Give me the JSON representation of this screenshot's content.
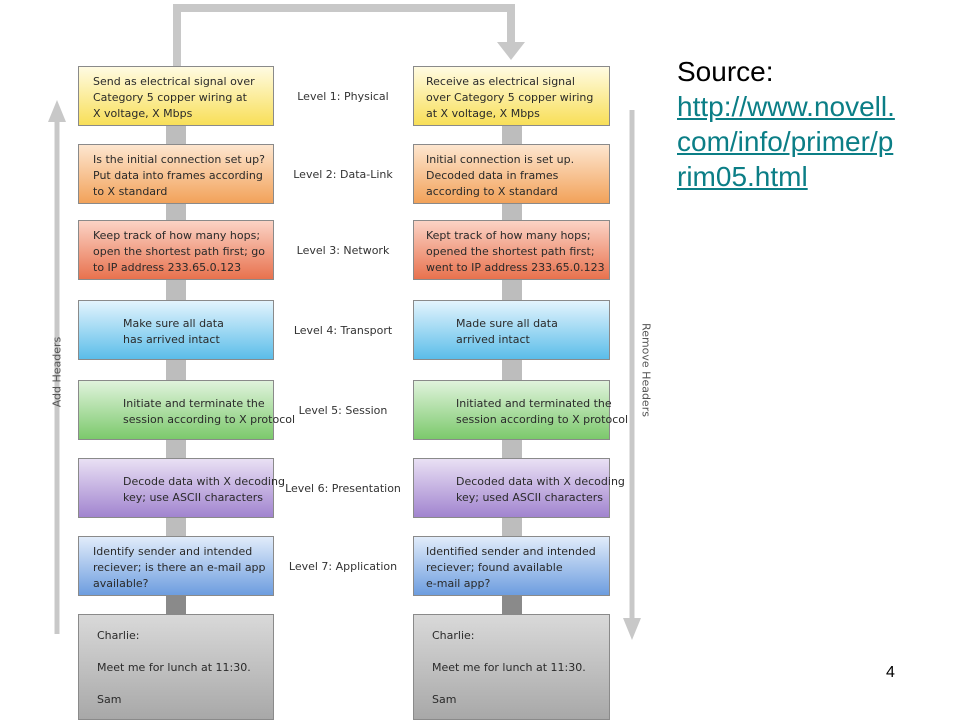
{
  "source": {
    "label": "Source:",
    "url_lines": [
      "http://www.novell.",
      "com/info/primer/p",
      "rim05.html"
    ]
  },
  "page_number": "4",
  "arrows": {
    "left_label": "Add Headers",
    "right_label": "Remove Headers"
  },
  "layers": [
    {
      "level": "Level 1: Physical",
      "color": "yellow",
      "send": [
        "Send as electrical signal over",
        "Category 5 copper wiring at",
        "X voltage, X Mbps"
      ],
      "receive": [
        "Receive as electrical signal",
        "over Category 5 copper wiring",
        "at X voltage, X Mbps"
      ]
    },
    {
      "level": "Level 2: Data-Link",
      "color": "orange",
      "send": [
        "Is the initial connection set up?",
        "Put data into frames according",
        "to X standard"
      ],
      "receive": [
        "Initial connection is set up.",
        "Decoded data in frames",
        "according to X standard"
      ]
    },
    {
      "level": "Level 3: Network",
      "color": "red",
      "send": [
        "Keep track of how many hops;",
        "open the shortest path first; go",
        "to IP address 233.65.0.123"
      ],
      "receive": [
        "Kept track of how many hops;",
        "opened the shortest path first;",
        "went to IP address 233.65.0.123"
      ]
    },
    {
      "level": "Level 4: Transport",
      "color": "blue",
      "send": [
        "Make sure all data",
        "has arrived intact"
      ],
      "receive": [
        "Made sure all data",
        "arrived intact"
      ]
    },
    {
      "level": "Level 5: Session",
      "color": "green",
      "send": [
        "Initiate and terminate the",
        "session according to X protocol"
      ],
      "receive": [
        "Initiated and terminated the",
        "session according to X protocol"
      ]
    },
    {
      "level": "Level 6: Presentation",
      "color": "purple",
      "send": [
        "Decode data with X decoding",
        "key; use ASCII characters"
      ],
      "receive": [
        "Decoded data with X decoding",
        "key; used ASCII characters"
      ]
    },
    {
      "level": "Level 7: Application",
      "color": "steelblue",
      "send": [
        "Identify sender and intended",
        "reciever; is there an e-mail app",
        "available?"
      ],
      "receive": [
        "Identified sender and intended",
        "reciever; found available",
        "e-mail app?"
      ]
    }
  ],
  "message": {
    "greeting": "Charlie:",
    "body": "Meet me for lunch at 11:30.",
    "signature": "Sam"
  },
  "colors": {
    "yellow": [
      "#fffbe2",
      "#f8df58"
    ],
    "orange": [
      "#fde6cf",
      "#f2a25a"
    ],
    "red": [
      "#fbd3c5",
      "#e8724e"
    ],
    "blue": [
      "#e3f4fd",
      "#5bbde9"
    ],
    "green": [
      "#e0f3dc",
      "#7cc96c"
    ],
    "purple": [
      "#e9e0f4",
      "#a184cf"
    ],
    "steelblue": [
      "#e1ecfa",
      "#6d9ddf"
    ],
    "gray": [
      "#d6d6d6",
      "#a2a2a2"
    ],
    "link": "#0b7e86"
  }
}
